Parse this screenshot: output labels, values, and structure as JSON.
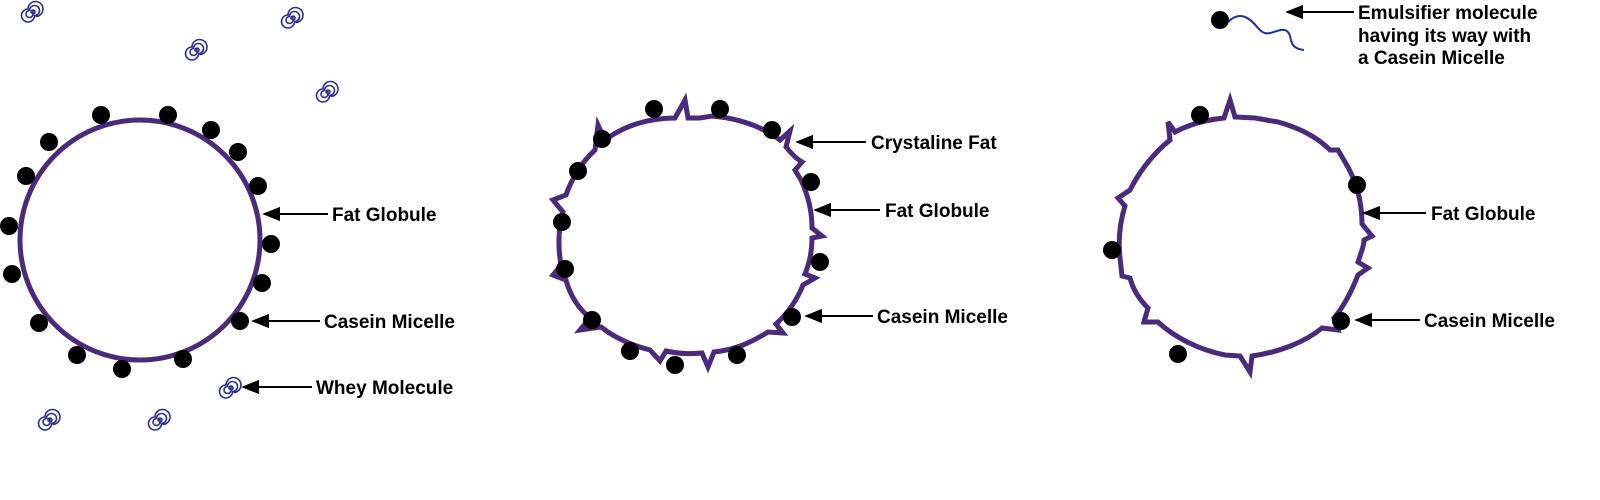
{
  "panels": [
    {
      "id": "panel-1",
      "labels": {
        "fat_globule": "Fat Globule",
        "casein_micelle": "Casein Micelle",
        "whey_molecule": "Whey Molecule"
      }
    },
    {
      "id": "panel-2",
      "labels": {
        "crystaline_fat": "Crystaline Fat",
        "fat_globule": "Fat Globule",
        "casein_micelle": "Casein Micelle"
      }
    },
    {
      "id": "panel-3",
      "labels": {
        "emulsifier_line1": "Emulsifier molecule",
        "emulsifier_line2": "having its way with",
        "emulsifier_line3": "a Casein Micelle",
        "fat_globule": "Fat Globule",
        "casein_micelle": "Casein Micelle"
      }
    }
  ],
  "colors": {
    "globule_outline": "#4b2a7c",
    "casein_micelle": "#000000",
    "whey_spiral": "#2e2e8f",
    "emulsifier_tail": "#1f2f9a"
  },
  "icons": [
    "whey-spiral-icon",
    "casein-micelle-icon",
    "emulsifier-molecule-icon"
  ]
}
